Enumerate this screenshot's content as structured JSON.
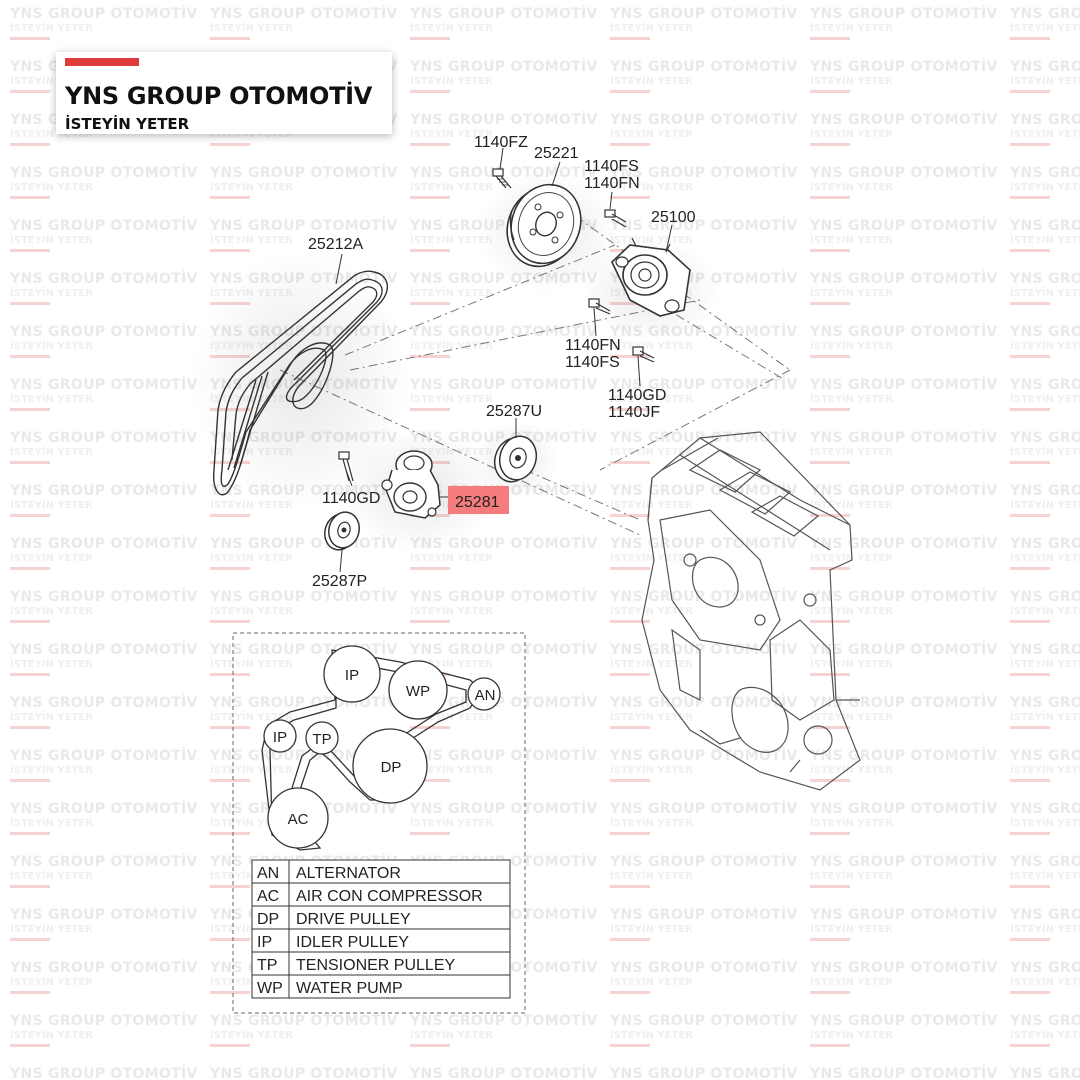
{
  "brand": {
    "name": "YNS GROUP OTOMOTİV",
    "slogan": "İSTEYİN YETER",
    "accent_color": "#e03c3c"
  },
  "watermark": {
    "line1": "YNS GROUP OTOMOTİV",
    "line2": "İSTEYİN YETER"
  },
  "callouts": {
    "p1140fz": "1140FZ",
    "p25221": "25221",
    "p1140fs_a": "1140FS",
    "p1140fn_a": "1140FN",
    "p25100": "25100",
    "p25212a": "25212A",
    "p1140fn_b": "1140FN",
    "p1140fs_b": "1140FS",
    "p1140gd_a": "1140GD",
    "p1140jf": "1140JF",
    "p25287u": "25287U",
    "p1140gd_b": "1140GD",
    "p25281": "25281",
    "p25287p": "25287P"
  },
  "highlight": {
    "part": "25281",
    "color": "#f47c7c"
  },
  "belt_routing": {
    "pulleys": {
      "ip1": "IP",
      "wp": "WP",
      "an": "AN",
      "ip2": "IP",
      "tp": "TP",
      "dp": "DP",
      "ac": "AC"
    }
  },
  "legend": [
    {
      "code": "AN",
      "desc": "ALTERNATOR"
    },
    {
      "code": "AC",
      "desc": "AIR CON COMPRESSOR"
    },
    {
      "code": "DP",
      "desc": "DRIVE PULLEY"
    },
    {
      "code": "IP",
      "desc": "IDLER PULLEY"
    },
    {
      "code": "TP",
      "desc": "TENSIONER PULLEY"
    },
    {
      "code": "WP",
      "desc": "WATER PUMP"
    }
  ]
}
